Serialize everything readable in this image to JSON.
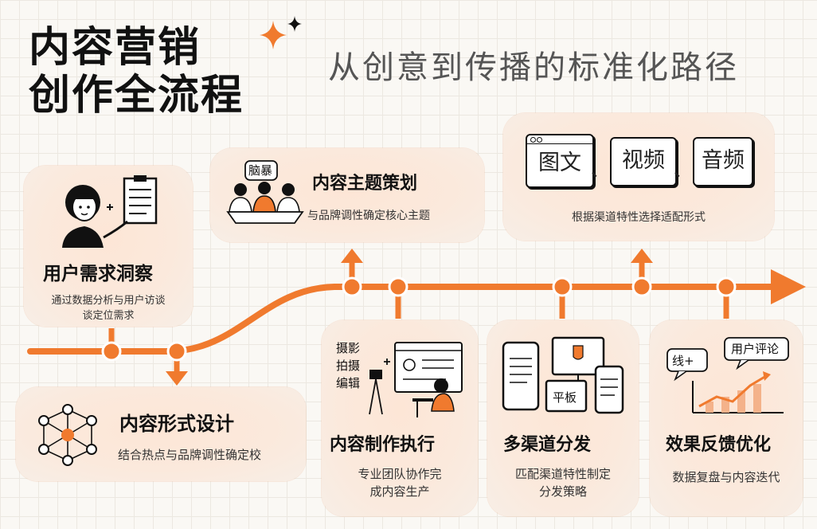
{
  "header": {
    "title_line1": "内容营销",
    "title_line2": "创作全流程",
    "subtitle": "从创意到传播的标准化路径"
  },
  "colors": {
    "accent": "#f07a2e",
    "card_bg": "#fbe5d6",
    "text": "#111111"
  },
  "steps": {
    "insight": {
      "title": "用户需求洞察",
      "desc_line1": "通过数据分析与用户访谈",
      "desc_line2": "谈定位需求"
    },
    "form": {
      "title": "内容形式设计",
      "desc": "结合热点与品牌调性确定校"
    },
    "topic": {
      "title": "内容主题策划",
      "desc": "与品牌调性确定核心主题",
      "bubble": "脑暴"
    },
    "format": {
      "label_graphic": "图文",
      "label_video": "视频",
      "label_audio": "音频",
      "sep": "、",
      "desc": "根据渠道特性选择适配形式"
    },
    "production": {
      "title": "内容制作执行",
      "desc_line1": "专业团队协作完",
      "desc_line2": "成内容生产",
      "tag1": "摄影",
      "tag2": "拍摄",
      "tag3": "编辑"
    },
    "distribution": {
      "title": "多渠道分发",
      "desc_line1": "匹配渠道特性制定",
      "desc_line2": "分发策略",
      "device_label": "平板"
    },
    "feedback": {
      "title": "效果反馈优化",
      "desc": "数据复盘与内容迭代",
      "bubble_left": "线+",
      "bubble_right": "用户评论"
    }
  }
}
